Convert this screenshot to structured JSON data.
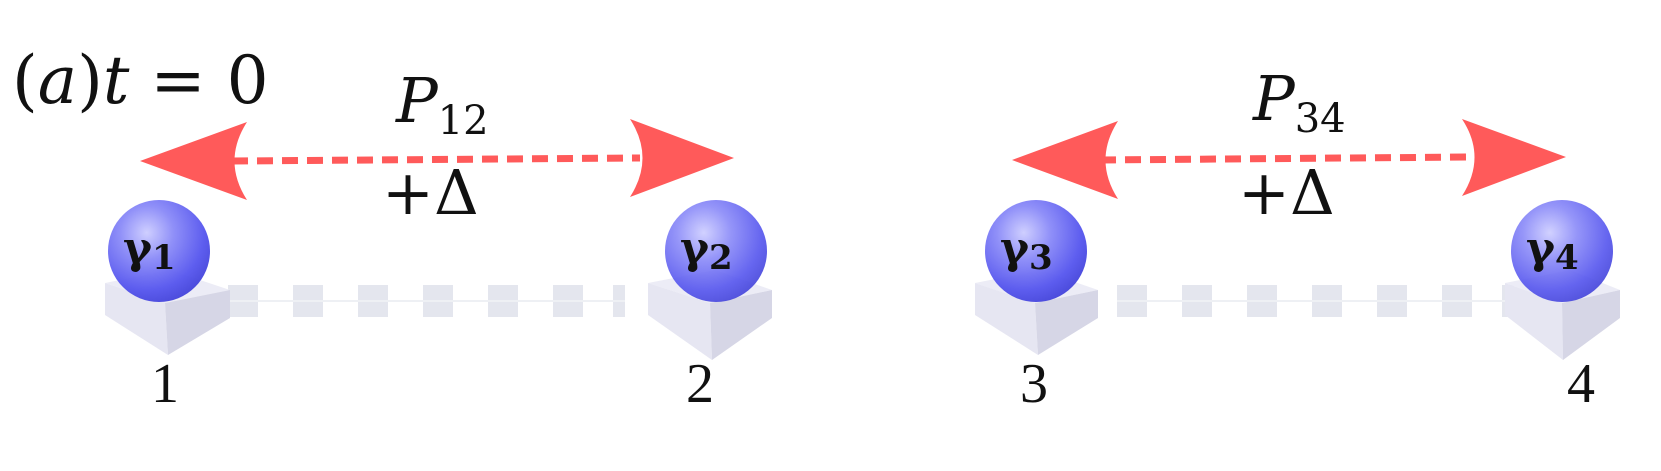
{
  "panel_label": "(a)t = 0",
  "colors": {
    "arrow": "#ff5a5a",
    "sphere": "#5b5bf0",
    "pedestal": "#dcdcec",
    "chain": "#e4e6ee"
  },
  "pairs": [
    {
      "operator": "P",
      "operator_sub": "12",
      "term": "+Δ",
      "sites": [
        {
          "gamma": "γ",
          "gamma_sub": "1",
          "site_label": "1"
        },
        {
          "gamma": "γ",
          "gamma_sub": "2",
          "site_label": "2"
        }
      ]
    },
    {
      "operator": "P",
      "operator_sub": "34",
      "term": "+Δ",
      "sites": [
        {
          "gamma": "γ",
          "gamma_sub": "3",
          "site_label": "3"
        },
        {
          "gamma": "γ",
          "gamma_sub": "4",
          "site_label": "4"
        }
      ]
    }
  ]
}
